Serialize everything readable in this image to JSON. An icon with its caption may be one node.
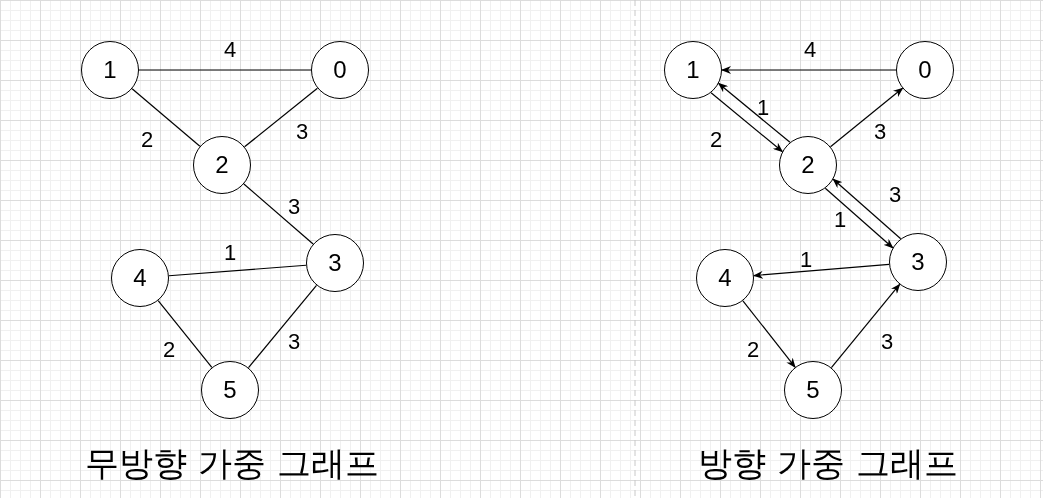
{
  "diagram": {
    "nodes": [
      {
        "text": [
          "1"
        ]
      },
      {
        "text": [
          "0"
        ]
      },
      {
        "text": [
          "2"
        ]
      },
      {
        "text": [
          "3"
        ]
      },
      {
        "text": [
          "4"
        ]
      },
      {
        "text": [
          "5"
        ]
      },
      {
        "text": [
          "1"
        ]
      },
      {
        "text": [
          "0"
        ]
      },
      {
        "text": [
          "2"
        ]
      },
      {
        "text": [
          "3"
        ]
      },
      {
        "text": [
          "4"
        ]
      },
      {
        "text": [
          "5"
        ]
      }
    ],
    "edges": [
      {
        "from": 0,
        "to": 1,
        "arrow": "none",
        "label": "4"
      },
      {
        "from": 0,
        "to": 2,
        "arrow": "none",
        "label": "2"
      },
      {
        "from": 1,
        "to": 2,
        "arrow": "none",
        "label": "3"
      },
      {
        "from": 2,
        "to": 3,
        "arrow": "none",
        "label": "3"
      },
      {
        "from": 4,
        "to": 3,
        "arrow": "none",
        "label": "1"
      },
      {
        "from": 4,
        "to": 5,
        "arrow": "none",
        "label": "2"
      },
      {
        "from": 5,
        "to": 3,
        "arrow": "none",
        "label": "3"
      },
      {
        "from": 7,
        "to": 6,
        "arrow": "to",
        "label": "4"
      },
      {
        "from": 6,
        "to": 8,
        "arrow": "to",
        "label": "2"
      },
      {
        "from": 8,
        "to": 6,
        "arrow": "to",
        "label": "1"
      },
      {
        "from": 8,
        "to": 7,
        "arrow": "to",
        "label": "3"
      },
      {
        "from": 8,
        "to": 9,
        "arrow": "to",
        "label": "1"
      },
      {
        "from": 9,
        "to": 8,
        "arrow": "to",
        "label": "3"
      },
      {
        "from": 9,
        "to": 10,
        "arrow": "to",
        "label": "1"
      },
      {
        "from": 10,
        "to": 11,
        "arrow": "to",
        "label": "2"
      },
      {
        "from": 11,
        "to": 9,
        "arrow": "to",
        "label": "3"
      }
    ],
    "labels": [
      "무방향 가중 그래프",
      "방향 가중 그래프"
    ]
  }
}
